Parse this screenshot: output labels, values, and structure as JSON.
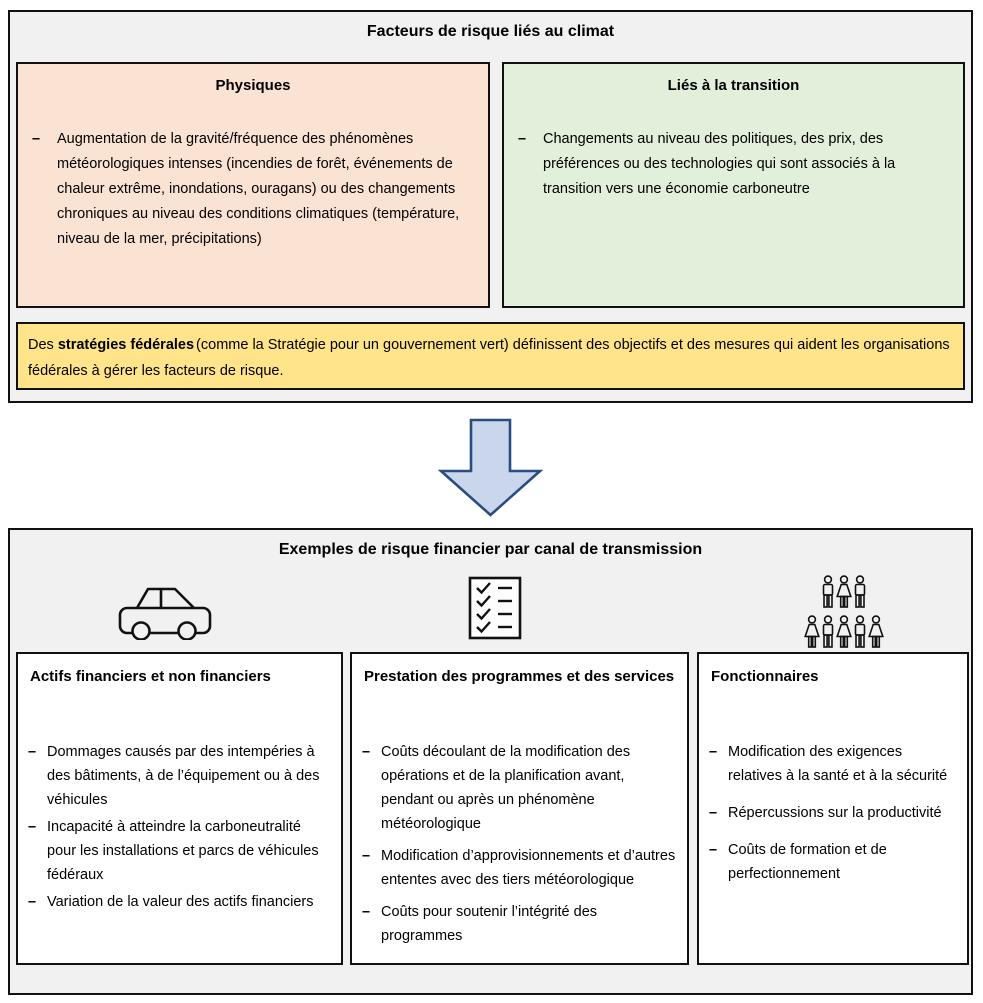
{
  "ui": {
    "bullet_marker": "–"
  },
  "colors": {
    "panel_background": "#f1f1f1",
    "panel_border": "#111111",
    "physical_box_background": "#fbe3d4",
    "transition_box_background": "#e2efda",
    "strategy_box_background": "#ffe48a",
    "column_box_background": "#ffffff",
    "arrow_fill": "#c9d6ec",
    "arrow_stroke": "#2a4d7f"
  },
  "top_section": {
    "title": "Facteurs de risque liés au climat",
    "physical": {
      "title": "Physiques",
      "bullets": [
        "Augmentation de la gravité/fréquence des phénomènes météorologiques intenses (incendies de forêt, événements de chaleur extrême, inondations, ouragans) ou des changements chroniques au niveau des conditions climatiques (température, niveau de la mer, précipitations)"
      ]
    },
    "transition": {
      "title": "Liés à la transition",
      "bullets": [
        "Changements au niveau des politiques, des prix, des préférences ou des technologies qui sont associés à la transition vers une économie carboneutre"
      ]
    },
    "strategy_note": {
      "prefix": "Des ",
      "bold": "stratégies fédérales",
      "suffix": "(comme la Stratégie pour un gouvernement vert) définissent des objectifs et des mesures qui aident les organisations fédérales à gérer les facteurs de risque."
    }
  },
  "arrow": {
    "icon": "down-arrow-icon"
  },
  "bottom_section": {
    "title": "Exemples de risque financier par canal de transmission",
    "columns": [
      {
        "icon": "car-icon",
        "title": "Actifs financiers et non financiers",
        "bullets": [
          "Dommages causés par des intempéries à des bâtiments, à de l’équipement ou à des véhicules",
          "Incapacité à atteindre la carboneutralité pour les installations et parcs de véhicules fédéraux",
          "Variation de la valeur des actifs financiers"
        ]
      },
      {
        "icon": "checklist-icon",
        "title": "Prestation des programmes et des services",
        "bullets": [
          "Coûts découlant de la modification des opérations et de la planification avant, pendant ou après un phénomène météorologique",
          "Modification d’approvisionnements et d’autres ententes avec des tiers météorologique",
          "Coûts pour soutenir l’intégrité des programmes"
        ]
      },
      {
        "icon": "people-icon",
        "title": "Fonctionnaires",
        "bullets": [
          "Modification des exigences relatives à la santé et à la sécurité",
          "Répercussions sur la productivité",
          "Coûts de formation et de perfectionnement"
        ]
      }
    ]
  }
}
